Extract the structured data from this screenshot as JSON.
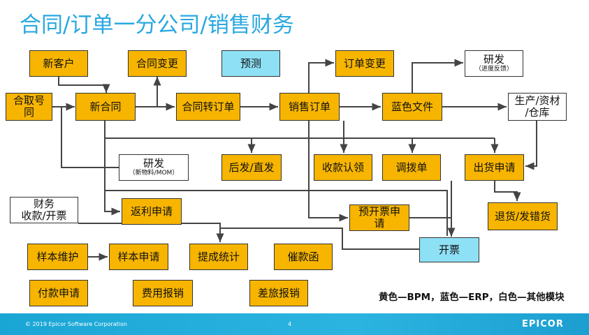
{
  "title": "合同/订单一分公司/销售财务",
  "boxes": {
    "new_customer": "新客户",
    "contract_change": "合同变更",
    "forecast": "预测",
    "order_change": "订单变更",
    "rnd_top": {
      "line1": "研发",
      "line2": "（进度反馈）"
    },
    "get_number": "合取号同",
    "new_contract": "新合同",
    "contract_to_order": "合同转订单",
    "sales_order": "销售订单",
    "blue_doc": "蓝色文件",
    "production": {
      "line1": "生产/资材",
      "line2": "/仓库"
    },
    "rnd_mid": {
      "line1": "研发",
      "line2": "（新物料/MOM）"
    },
    "post_direct": "后发/直发",
    "receipt_claim": "收款认领",
    "transfer_order": "调拨单",
    "shipping_request": "出货申请",
    "finance": {
      "line1": "财务",
      "line2": "收款/开票"
    },
    "rebate_request": "返利申请",
    "pre_invoice": "预开票申请",
    "return_goods": "退货/发错货",
    "invoice": "开票",
    "sample_maint": "样本维护",
    "sample_request": "样本申请",
    "commission_stats": "提成统计",
    "dunning_letter": "催款函",
    "payment_request": "付款申请",
    "expense_claim": "费用报销",
    "travel_claim": "差旅报销"
  },
  "legend": "黄色—BPM，蓝色—ERP，白色—其他模块",
  "colors": {
    "bpm": "#F7B500",
    "erp": "#8EE0F5",
    "other": "#FFFFFF",
    "title": "#29A8E0",
    "footer": "#1AA6D5"
  },
  "footer": {
    "copyright": "© 2019 Epicor Software Corporation",
    "page": "4",
    "brand": "EPICOR"
  }
}
